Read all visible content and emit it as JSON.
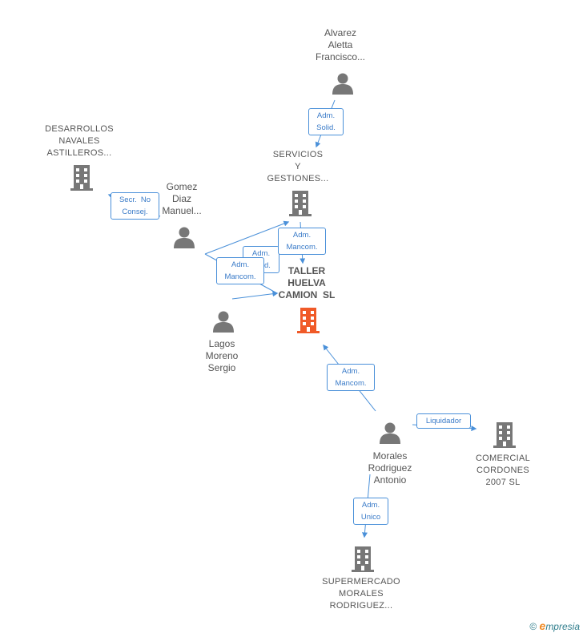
{
  "nodes": {
    "center": [
      "TALLER",
      "HUELVA",
      "CAMION  SL"
    ],
    "alvarez": [
      "Alvarez",
      "Aletta",
      "Francisco..."
    ],
    "desarrollos": [
      "DESARROLLOS",
      "NAVALES",
      "ASTILLEROS..."
    ],
    "servicios": [
      "SERVICIOS",
      "Y",
      "GESTIONES..."
    ],
    "gomez": [
      "Gomez",
      "Diaz",
      "Manuel..."
    ],
    "lagos": [
      "Lagos",
      "Moreno",
      "Sergio"
    ],
    "morales": [
      "Morales",
      "Rodriguez",
      "Antonio"
    ],
    "comercial": [
      "COMERCIAL",
      "CORDONES",
      "2007 SL"
    ],
    "supermercado": [
      "SUPERMERCADO",
      "MORALES",
      "RODRIGUEZ..."
    ]
  },
  "edges": {
    "alvarez_servicios": [
      "Adm.",
      "Solid."
    ],
    "gomez_desarrollos": [
      "Secr.  No",
      "Consej."
    ],
    "gomez_servicios": [
      "Adm.",
      "Solid."
    ],
    "servicios_center": [
      "Adm.",
      "Mancom."
    ],
    "lagos_center": [
      "Adm.",
      "Mancom."
    ],
    "morales_center": [
      "Adm.",
      "Mancom."
    ],
    "morales_comercial": [
      "Liquidador"
    ],
    "morales_supermercado": [
      "Adm.",
      "Unico"
    ]
  },
  "colors": {
    "edge": "#4a90d9",
    "node": "#777777",
    "center": "#f05a28"
  },
  "brand": {
    "symbol": "©",
    "e": "e",
    "rest": "mpresia"
  }
}
